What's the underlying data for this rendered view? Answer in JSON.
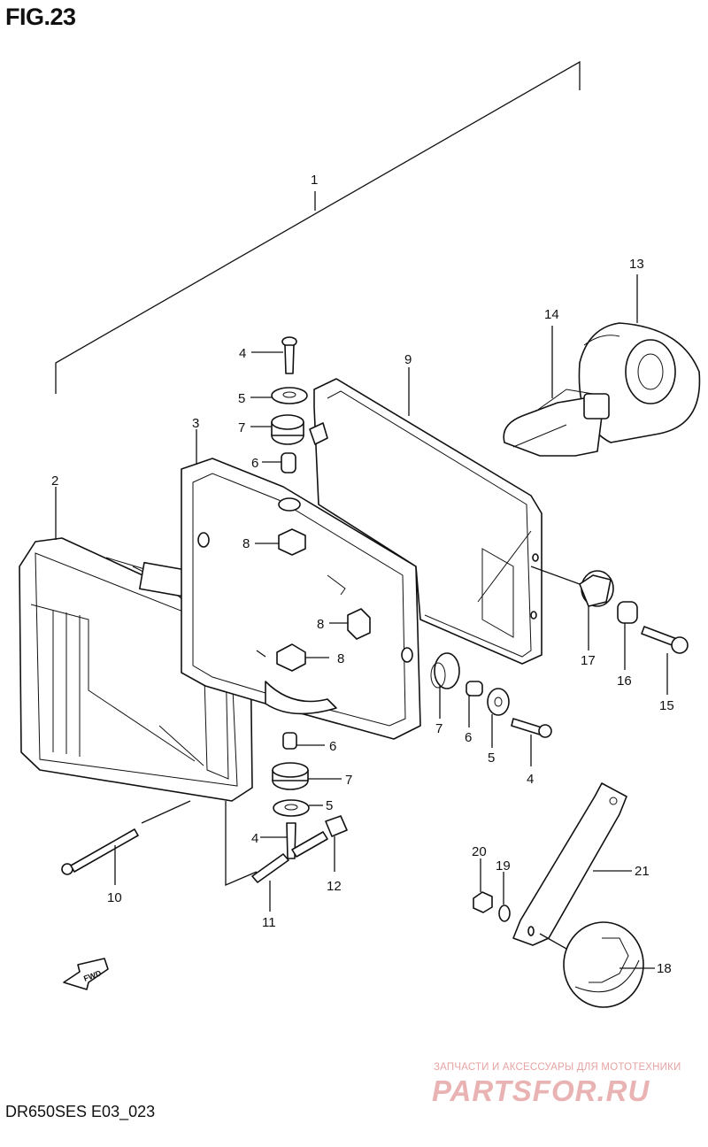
{
  "figure": {
    "title": "FIG.23",
    "model_code": "DR650SES E03_023"
  },
  "fwd_label": "FWD",
  "watermark": {
    "line1": "ЗАПЧАСТИ И АКСЕССУАРЫ ДЛЯ МОТОТЕХНИКИ",
    "line2": "PARTSFOR.RU"
  },
  "callouts": {
    "c1": "1",
    "c2": "2",
    "c3": "3",
    "c4a": "4",
    "c4b": "4",
    "c4c": "4",
    "c5a": "5",
    "c5b": "5",
    "c5c": "5",
    "c6a": "6",
    "c6b": "6",
    "c6c": "6",
    "c7a": "7",
    "c7b": "7",
    "c7c": "7",
    "c8a": "8",
    "c8b": "8",
    "c8c": "8",
    "c9": "9",
    "c10": "10",
    "c11": "11",
    "c12": "12",
    "c13": "13",
    "c14": "14",
    "c15": "15",
    "c16": "16",
    "c17": "17",
    "c18": "18",
    "c19": "19",
    "c20": "20",
    "c21": "21"
  }
}
